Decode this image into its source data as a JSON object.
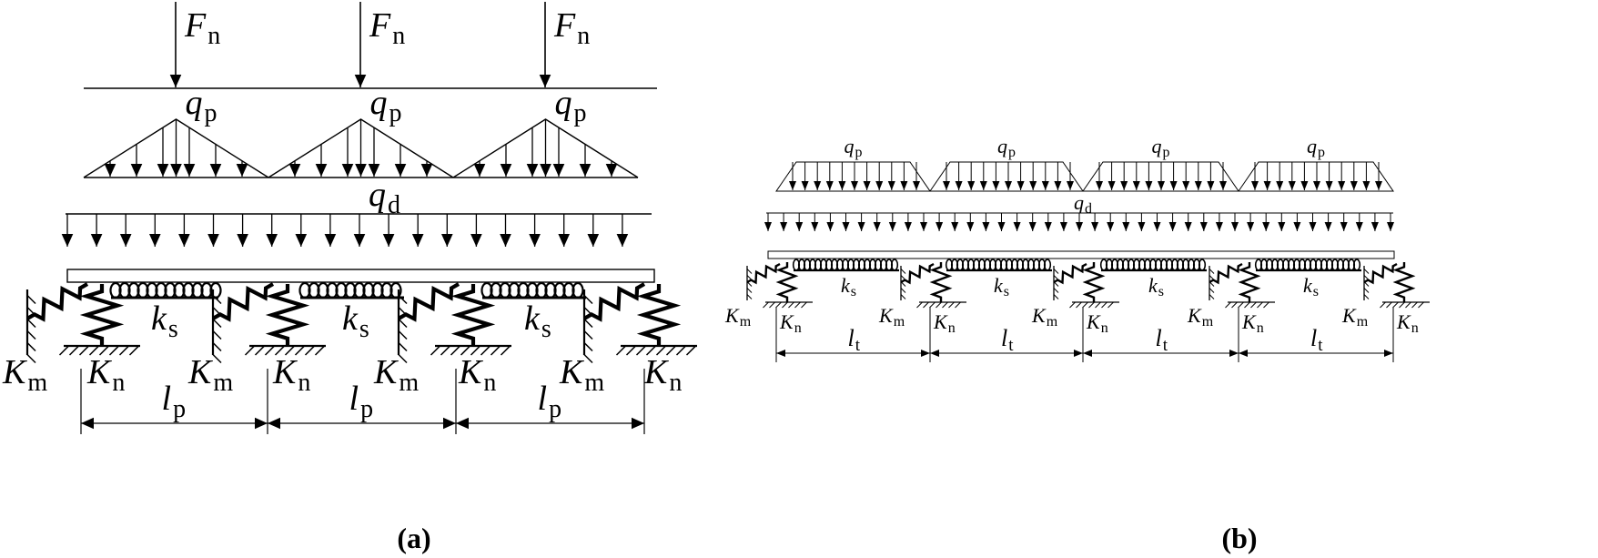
{
  "symbols": {
    "Fn": {
      "main": "F",
      "sub": "n"
    },
    "qp": {
      "main": "q",
      "sub": "p"
    },
    "qd": {
      "main": "q",
      "sub": "d"
    },
    "ks": {
      "main": "k",
      "sub": "s"
    },
    "Km": {
      "main": "K",
      "sub": "m"
    },
    "Kn": {
      "main": "K",
      "sub": "n"
    },
    "lp": {
      "main": "l",
      "sub": "p"
    },
    "lt": {
      "main": "l",
      "sub": "t"
    }
  },
  "panels": {
    "a": {
      "caption": "(a)"
    },
    "b": {
      "caption": "(b)"
    }
  }
}
